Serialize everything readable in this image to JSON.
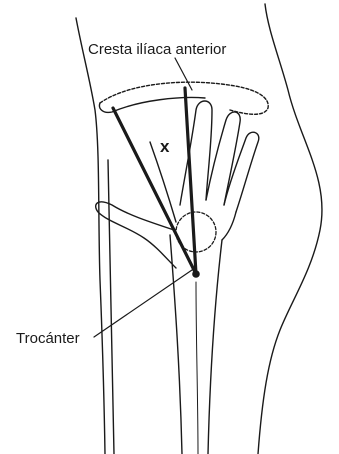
{
  "labels": {
    "crest": "Cresta ilíaca anterior",
    "trochanter": "Trocánter",
    "angle_mark": "x"
  },
  "colors": {
    "ink": "#1a1a1a",
    "background": "#ffffff"
  }
}
